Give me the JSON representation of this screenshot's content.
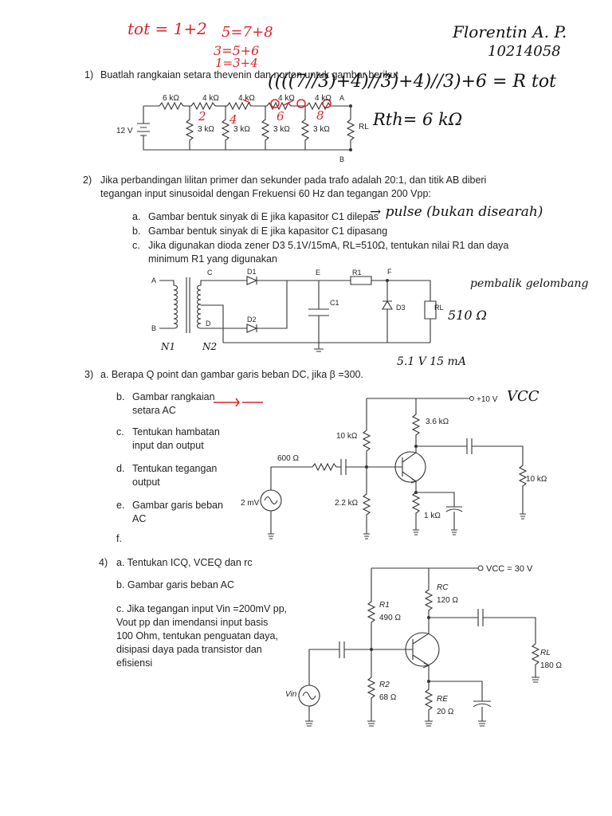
{
  "handwriting": {
    "red_top": [
      "tot = 1+2",
      "5=7+8",
      "3=5+6",
      "1=3+4"
    ],
    "author_name": "Florentin A. P.",
    "author_id": "10214058",
    "formula": "((((7//3)+4)//3)+4)//3)+6 = R tot",
    "rth": "Rth= 6 kΩ",
    "circuit1_red_numbers": [
      "2",
      "4",
      "6",
      "8"
    ],
    "q2a_note": "→ pulse (bukan disearah)",
    "q2_rl": "510 Ω",
    "q2_rect": "pembalik gelombang",
    "q2_zener": "5.1 V   15 mA",
    "q2_n": [
      "N1",
      "N2"
    ],
    "q3_vcc": "VCC"
  },
  "q1": {
    "number": "1)",
    "text": "Buatlah rangkaian setara thevenin dan norton untuk gambar berikut",
    "resistors_top": [
      "6 kΩ",
      "4 kΩ",
      "4 kΩ",
      "4 kΩ",
      "4 kΩ"
    ],
    "resistors_shunt": [
      "3 kΩ",
      "3 kΩ",
      "3 kΩ",
      "3 kΩ"
    ],
    "source": "12 V",
    "node_a": "A",
    "node_b": "B",
    "load": "RL"
  },
  "q2": {
    "number": "2)",
    "text_1": "Jika perbandingan lilitan primer dan sekunder pada trafo adalah 20:1, dan titik AB diberi",
    "text_2": "tegangan input sinusoidal dengan Frekuensi 60 Hz dan tegangan 200 Vpp:",
    "items": [
      {
        "label": "a.",
        "text": "Gambar bentuk sinyak di E jika kapasitor C1 dilepas"
      },
      {
        "label": "b.",
        "text": "Gambar bentuk sinyak di E jika kapasitor C1 dipasang"
      },
      {
        "label": "c.",
        "text": "Jika digunakan dioda zener D3 5.1V/15mA, RL=510Ω, tentukan nilai R1 dan daya"
      }
    ],
    "item_c_line2": "minimum R1 yang digunakan",
    "labels": {
      "a": "A",
      "b": "B",
      "c": "C",
      "d": "D",
      "e": "E",
      "f": "F",
      "d1": "D1",
      "d2": "D2",
      "d3": "D3",
      "r1": "R1",
      "c1": "C1",
      "rl": "RL"
    }
  },
  "q3": {
    "number": "3)",
    "a": "a. Berapa Q point dan gambar garis beban DC, jika β =300.",
    "items": [
      {
        "label": "b.",
        "lines": [
          "Gambar rangkaian",
          "setara AC"
        ]
      },
      {
        "label": "c.",
        "lines": [
          "Tentukan hambatan",
          "input dan output"
        ]
      },
      {
        "label": "d.",
        "lines": [
          "Tentukan tegangan",
          "output"
        ]
      },
      {
        "label": "e.",
        "lines": [
          "Gambar garis beban",
          "AC"
        ]
      },
      {
        "label": "f.",
        "lines": [
          ""
        ]
      }
    ],
    "circuit": {
      "vcc": "+10 V",
      "rc": "3.6 kΩ",
      "r1": "10 kΩ",
      "rs": "600 Ω",
      "src": "2 mV",
      "r2": "2.2 kΩ",
      "re": "1 kΩ",
      "rl": "10 kΩ"
    }
  },
  "q4": {
    "number": "4)",
    "a": "a. Tentukan ICQ, VCEQ dan rc",
    "b": "b. Gambar garis beban AC",
    "c_lines": [
      "c. Jika tegangan input Vin =200mV pp,",
      "Vout pp dan imendansi input basis",
      "100 Ohm, tentukan penguatan daya,",
      "disipasi daya pada transistor dan",
      "efisiensi"
    ],
    "circuit": {
      "vcc": "VCC = 30 V",
      "rc_name": "RC",
      "rc": "120 Ω",
      "r1_name": "R1",
      "r1": "490 Ω",
      "r2_name": "R2",
      "r2": "68 Ω",
      "re_name": "RE",
      "re": "20 Ω",
      "rl_name": "RL",
      "rl": "180 Ω",
      "vin": "Vin"
    }
  }
}
